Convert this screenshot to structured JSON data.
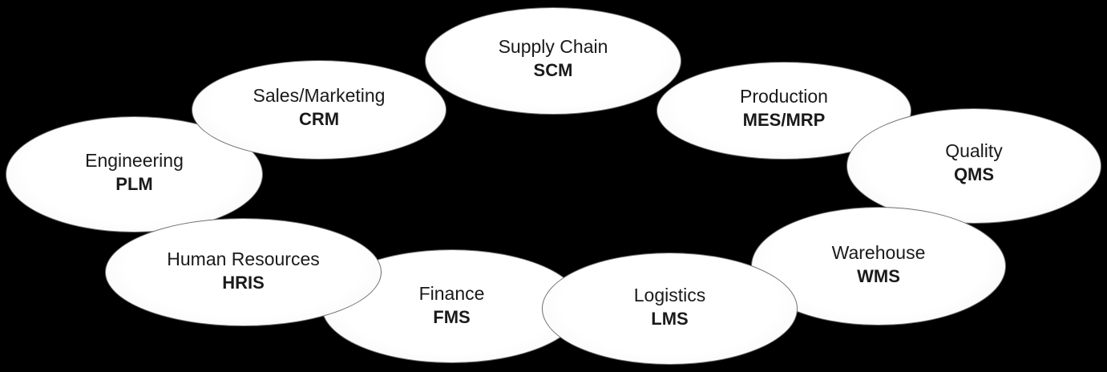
{
  "nodes": {
    "engineering": {
      "label": "Engineering",
      "abbr": "PLM"
    },
    "sales": {
      "label": "Sales/Marketing",
      "abbr": "CRM"
    },
    "supply_chain": {
      "label": "Supply Chain",
      "abbr": "SCM"
    },
    "production": {
      "label": "Production",
      "abbr": "MES/MRP"
    },
    "quality": {
      "label": "Quality",
      "abbr": "QMS"
    },
    "warehouse": {
      "label": "Warehouse",
      "abbr": "WMS"
    },
    "finance": {
      "label": "Finance",
      "abbr": "FMS"
    },
    "logistics": {
      "label": "Logistics",
      "abbr": "LMS"
    },
    "human_resources": {
      "label": "Human Resources",
      "abbr": "HRIS"
    }
  },
  "colors": {
    "background": "#000000",
    "node_fill": "#ffffff",
    "node_border": "#6e6e6e",
    "text": "#1a1a1a"
  }
}
